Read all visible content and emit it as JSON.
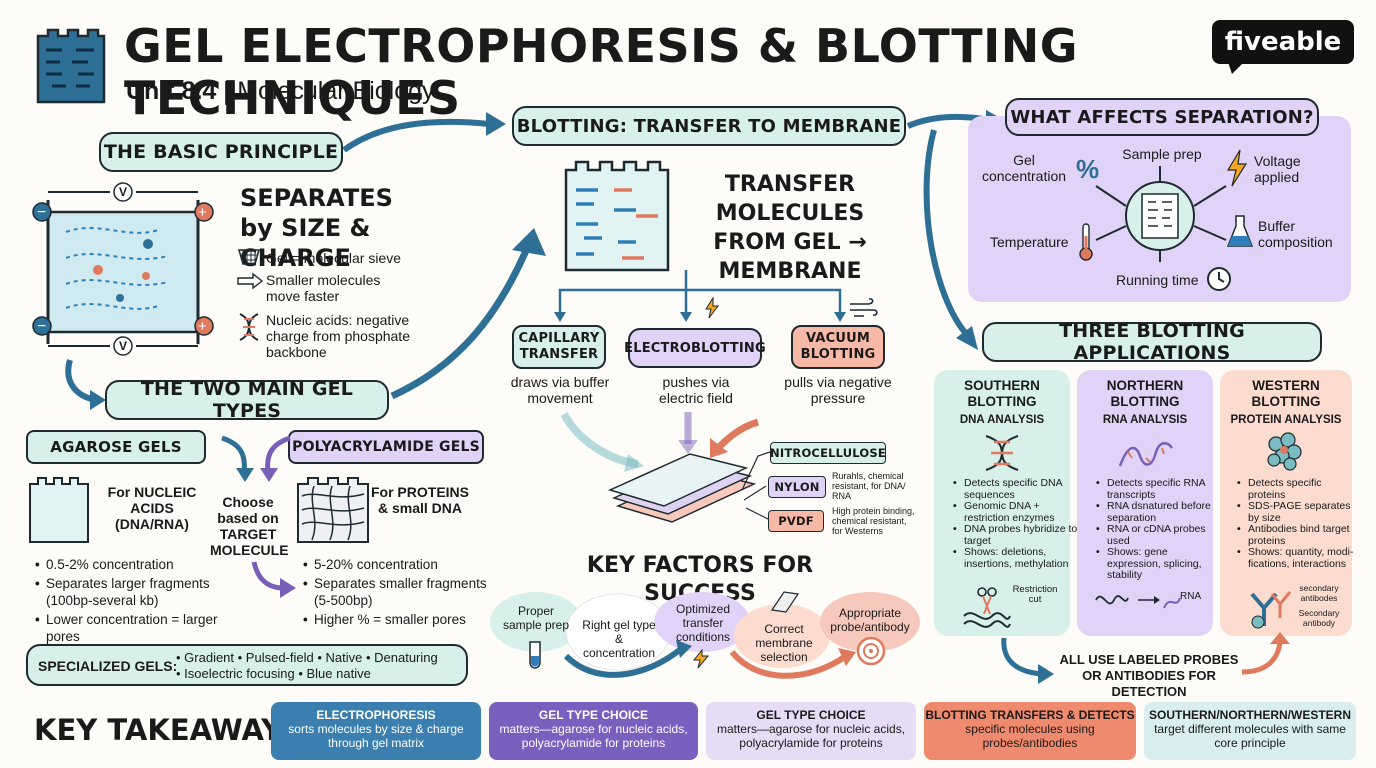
{
  "title": "GEL ELECTROPHORESIS & BLOTTING TECHNIQUES",
  "unit": "Unit 8.4",
  "course": "Molecular Biology",
  "logo": "fiveable",
  "principle": {
    "header": "THE BASIC PRINCIPLE",
    "voltage": "V",
    "heading": "SEPARATES by SIZE & CHARGE",
    "points": [
      "Gel = molecular sieve",
      "Smaller molecules move faster",
      "Nucleic acids: negative charge from phosphate backbone"
    ]
  },
  "gel_types": {
    "header": "THE TWO MAIN GEL TYPES",
    "agarose": {
      "label": "AGAROSE GELS",
      "target": "For NUCLEIC ACIDS (DNA/RNA)",
      "points": [
        "0.5-2% concentration",
        "Separates larger fragments (100bp-several kb)",
        "Lower concentration = larger pores"
      ]
    },
    "choose": "Choose based on TARGET MOLECULE",
    "poly": {
      "label": "POLYACRYLAMIDE GELS",
      "target": "For PROTEINS & small DNA",
      "points": [
        "5-20% concentration",
        "Separates smaller fragments (5-500bp)",
        "Higher % = smaller pores"
      ]
    },
    "specialized_label": "SPECIALIZED GELS:",
    "specialized_line1": "• Gradient  • Pulsed-field  • Native  • Denaturing",
    "specialized_line2": "• Isoelectric focusing  • Blue native"
  },
  "blotting": {
    "header": "BLOTTING: TRANSFER TO MEMBRANE",
    "heading": "TRANSFER MOLECULES FROM GEL → MEMBRANE",
    "methods": [
      {
        "name": "CAPILLARY TRANSFER",
        "desc": "draws via buffer movement"
      },
      {
        "name": "ELECTROBLOTTING",
        "desc": "pushes via electric field"
      },
      {
        "name": "VACUUM BLOTTING",
        "desc": "pulls via negative pressure"
      }
    ],
    "membranes": [
      {
        "name": "NITROCELLULOSE",
        "note": ""
      },
      {
        "name": "NYLON",
        "note": "Rurahls, chemical resistant, for DNA/ RNA"
      },
      {
        "name": "PVDF",
        "note": "High protein binding, chemical resistant, for Westerns"
      }
    ]
  },
  "factors": {
    "header": "KEY FACTORS FOR SUCCESS",
    "items": [
      "Proper sample prep",
      "Right gel type & concentration",
      "Optimized transfer conditions",
      "Correct membrane selection",
      "Appropriate probe/antibody"
    ]
  },
  "separation": {
    "header": "WHAT AFFECTS SEPARATION?",
    "items": [
      "Gel concentration",
      "Sample prep",
      "Voltage applied",
      "Temperature",
      "Buffer composition",
      "Running time"
    ]
  },
  "applications": {
    "header": "THREE BLOTTING APPLICATIONS",
    "cols": [
      {
        "name": "SOUTHERN BLOTTING",
        "sub": "DNA ANALYSIS",
        "points": [
          "Detects specific DNA sequences",
          "Genomic DNA + restriction enzymes",
          "DNA probes hybridize to target",
          "Shows: deletions, insertions, methylation"
        ],
        "caption": "Restriction cut"
      },
      {
        "name": "NORTHERN BLOTTING",
        "sub": "RNA ANALYSIS",
        "points": [
          "Detects specific RNA transcripts",
          "RNA dsnatured before separation",
          "RNA or cDNA probes used",
          "Shows: gene expression, splicing, stability"
        ],
        "caption": "RNA"
      },
      {
        "name": "WESTERN BLOTTING",
        "sub": "PROTEIN ANALYSIS",
        "points": [
          "Detects specific proteins",
          "SDS-PAGE separates by size",
          "Antibodies bind target proteins",
          "Shows: quantity, modi-fications, interactions"
        ],
        "caption": "secondary antibodes",
        "caption2": "Secondary antibody"
      }
    ],
    "footer": "ALL USE LABELED PROBES OR ANTIBODIES FOR DETECTION"
  },
  "takeaways": {
    "header": "KEY TAKEAWAYS",
    "cards": [
      {
        "title": "ELECTROPHORESIS",
        "body": "sorts molecules by size & charge through gel matrix"
      },
      {
        "title": "GEL TYPE CHOICE",
        "body": "matters—agarose for nucleic acids, polyacrylamide for proteins"
      },
      {
        "title": "GEL TYPE CHOICE",
        "body": "matters—agarose for nucleic acids, polyacrylamide for proteins"
      },
      {
        "title": "BLOTTING TRANSFERS & DETECTS",
        "body": "specific molecules using probes/antibodies"
      },
      {
        "title": "SOUTHERN/NORTHERN/WESTERN",
        "body": "target different molecules with same core principle"
      }
    ]
  },
  "colors": {
    "mint": "#d7f0ea",
    "lavender": "#e0d3f7",
    "salmon": "#f7b8a6",
    "blue": "#2e6f95",
    "dark": "#1f2a30"
  },
  "icons": [
    "gel-icon",
    "sieve-icon",
    "arrow-icon",
    "dna-icon",
    "bolt-icon",
    "wind-icon",
    "percent-icon",
    "thermometer-icon",
    "flask-icon",
    "clock-icon",
    "target-icon",
    "tube-icon",
    "scissors-icon",
    "protein-icon"
  ]
}
